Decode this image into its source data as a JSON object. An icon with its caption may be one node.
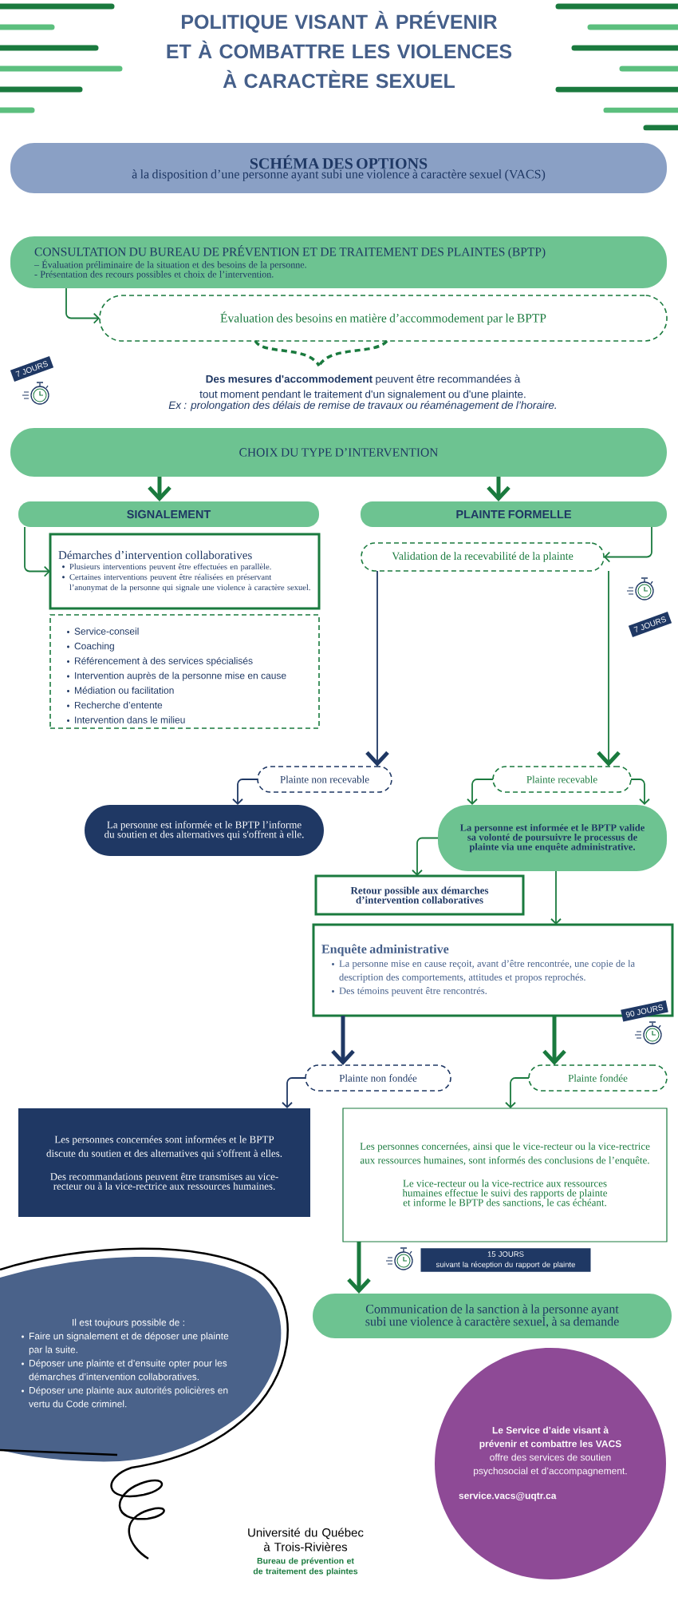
{
  "diagram": {
    "title": "POLITIQUE VISANT À PRÉVENIR ET À COMBATTRE LES VIOLENCES À CARACTÈRE SEXUEL",
    "nodes": [
      {
        "text": [
          "SCHÉMA DES OPTIONS",
          "à la disposition d’une personne ayant subi une violence à caractère sexuel (VACS)"
        ]
      },
      {
        "text": [
          "CONSULTATION DU BUREAU DE PRÉVENTION ET DE TRAITEMENT DES PLAINTES (BPTP)",
          "– Évaluation préliminaire de la situation et des besoins de la personne.",
          "- Présentation des recours possibles et choix de l’intervention."
        ]
      },
      {
        "text": [
          "Évaluation des besoins en matière d’accommodement par le BPTP"
        ]
      },
      {
        "text": [
          "**Des mesures d'accommodement** peuvent être recommandées à tout moment pendant le traitement d'un signalement ou d'une plainte.",
          "Ex : prolongation des délais de remise de travaux ou réaménagement de l’horaire."
        ]
      },
      {
        "text": [
          "CHOIX DU TYPE D’INTERVENTION"
        ]
      },
      {
        "text": [
          "SIGNALEMENT"
        ]
      },
      {
        "text": [
          "PLAINTE FORMELLE"
        ]
      },
      {
        "text": [
          "Démarches d’intervention collaboratives",
          "Plusieurs interventions peuvent être effectuées en parallèle.",
          "Certaines interventions peuvent être réalisées en préservant l’anonymat de la personne qui signale une violence à caractère sexuel."
        ]
      },
      {
        "text": [
          "Service-conseil",
          "Coaching",
          "Référencement à des services spécialisés",
          "Intervention auprès de la personne mise en cause",
          "Médiation ou facilitation",
          "Recherche d’entente",
          "Intervention dans le milieu"
        ]
      },
      {
        "text": [
          "Validation de la recevabilité de la plainte"
        ]
      },
      {
        "text": [
          "Plainte non recevable"
        ]
      },
      {
        "text": [
          "Plainte recevable"
        ]
      },
      {
        "text": [
          "La personne est informée et le BPTP l’informe du soutien et des alternatives qui s'offrent à elle."
        ]
      },
      {
        "text": [
          "La personne est informée et le BPTP valide sa volonté de poursuivre le processus de plainte via une enquête administrative."
        ]
      },
      {
        "text": [
          "Retour possible aux démarches d’intervention collaboratives"
        ]
      },
      {
        "text": [
          "Enquête administrative",
          "La personne mise en cause reçoit, avant d’être rencontrée, une copie de la description des comportements, attitudes et propos reprochés.",
          "Des témoins peuvent être rencontrés."
        ]
      },
      {
        "text": [
          "Plainte non fondée"
        ]
      },
      {
        "text": [
          "Plainte fondée"
        ]
      },
      {
        "text": [
          "Les personnes concernées sont informées et le BPTP discute du soutien et des alternatives qui s'offrent à elles.",
          "Des recommandations peuvent être transmises au vice-recteur ou à la vice-rectrice aux ressources humaines."
        ]
      },
      {
        "text": [
          "Les personnes concernées, ainsi que le vice-recteur ou la vice-rectrice aux ressources humaines, sont informés des conclusions de l’enquête.",
          "Le vice-recteur ou la vice-rectrice aux ressources humaines effectue le suivi des rapports de plainte et informe le BPTP des sanctions, le cas échéant."
        ]
      },
      {
        "text": [
          "Communication de la sanction à la personne ayant subi une violence à caractère sexuel, à sa demande"
        ]
      },
      {
        "text": [
          "Il est toujours possible de :",
          "Faire un signalement et de déposer une plainte par la suite.",
          "Déposer une plainte et d’ensuite opter pour les démarches d’intervention collaboratives.",
          "Déposer une plainte aux autorités policières en vertu du Code criminel."
        ]
      },
      {
        "text": [
          "**Le Service d’aide visant à prévenir et combattre les VACS** offre des services de soutien psychosocial et d’accompagnement.",
          "service.vacs@uqtr.ca"
        ]
      }
    ],
    "edges": [
      {
        "from": 1,
        "to": 2,
        "arrow": "to"
      },
      {
        "from": 2,
        "to": 3,
        "arrow": "none",
        "style": "dashed"
      },
      {
        "from": 4,
        "to": 5,
        "arrow": "to",
        "style": "thick"
      },
      {
        "from": 4,
        "to": 6,
        "arrow": "to",
        "style": "thick"
      },
      {
        "from": 5,
        "to": 7,
        "arrow": "to"
      },
      {
        "from": 6,
        "to": 9,
        "arrow": "to"
      },
      {
        "from": 9,
        "to": 10,
        "arrow": "to",
        "color": "#1f3864"
      },
      {
        "from": 9,
        "to": 11,
        "arrow": "to"
      },
      {
        "from": 10,
        "to": 12,
        "arrow": "to",
        "color": "#1f3864"
      },
      {
        "from": 11,
        "to": 13,
        "arrow": "to"
      },
      {
        "from": 11,
        "to": 13,
        "arrow": "to"
      },
      {
        "from": 13,
        "to": 14,
        "arrow": "to"
      },
      {
        "from": 13,
        "to": 15,
        "arrow": "to"
      },
      {
        "from": 15,
        "to": 16,
        "arrow": "to",
        "style": "thick",
        "color": "#1f3864"
      },
      {
        "from": 15,
        "to": 17,
        "arrow": "to",
        "style": "thick"
      },
      {
        "from": 16,
        "to": 18,
        "arrow": "to",
        "color": "#1f3864"
      },
      {
        "from": 17,
        "to": 19,
        "arrow": "to"
      },
      {
        "from": 19,
        "to": 20,
        "arrow": "to",
        "style": "thick"
      }
    ],
    "labels": [
      "7 JOURS",
      "7 JOURS",
      "90 JOURS",
      "15 JOURS",
      "suivant la réception du rapport de plainte",
      "Université du Québec à Trois-Rivières",
      "Bureau de prévention et de traitement des plaintes"
    ]
  }
}
